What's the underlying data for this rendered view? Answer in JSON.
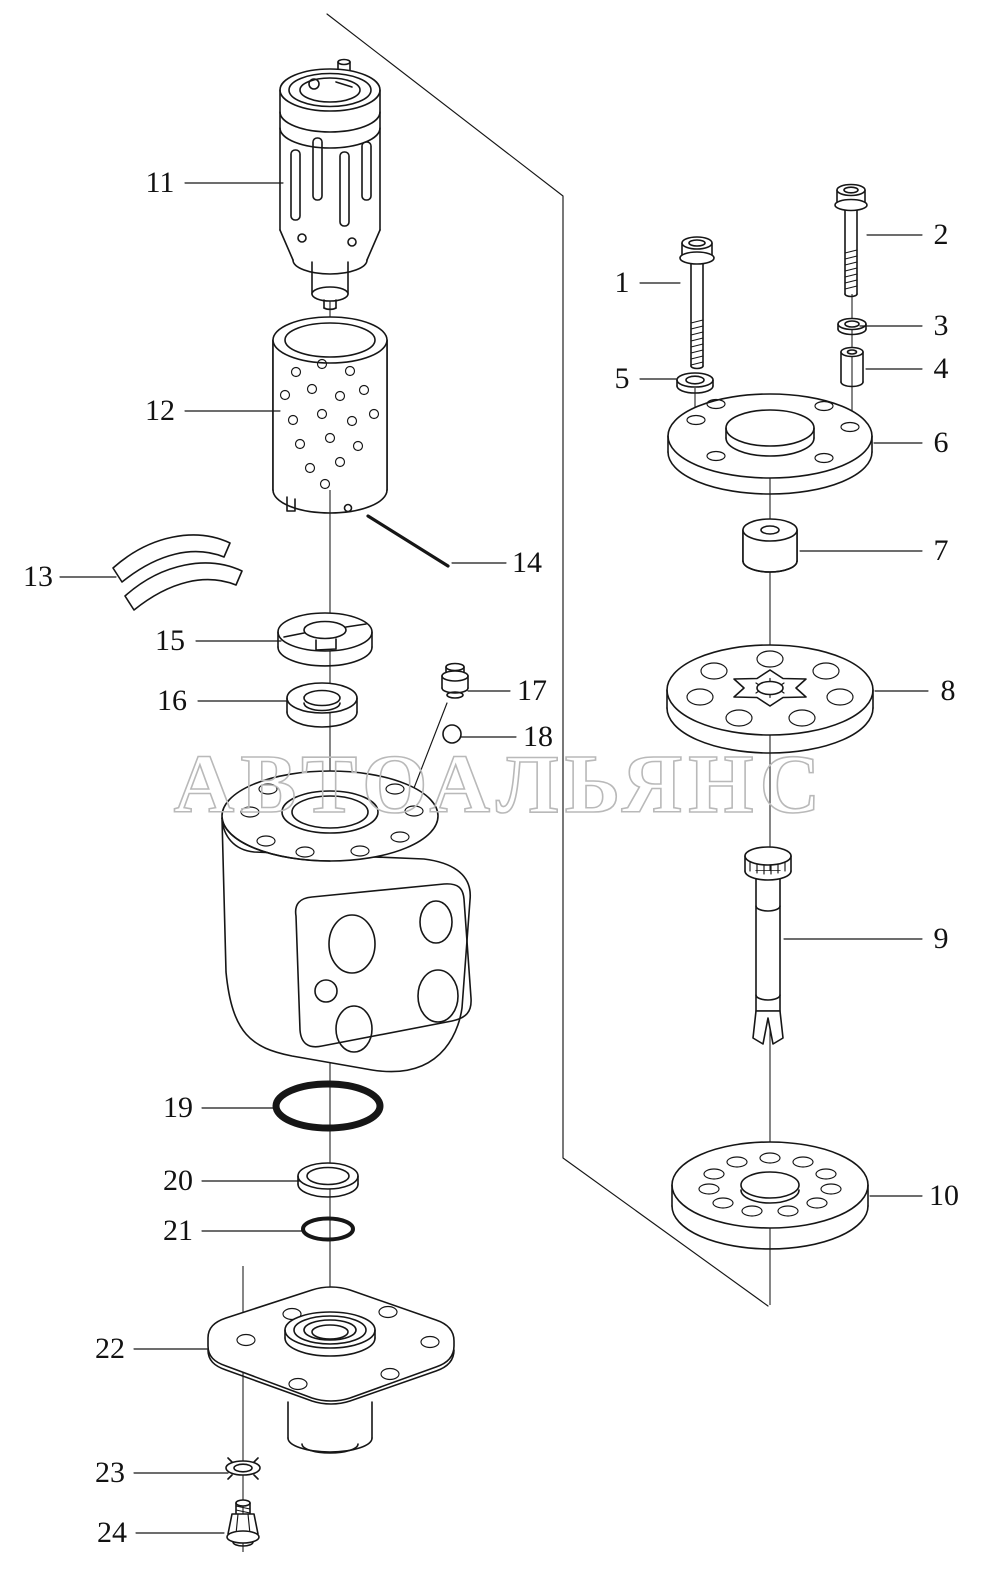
{
  "watermark": "АВТОАЛЬЯНС",
  "part_labels": [
    "1",
    "2",
    "3",
    "4",
    "5",
    "6",
    "7",
    "8",
    "9",
    "10",
    "11",
    "12",
    "13",
    "14",
    "15",
    "16",
    "17",
    "18",
    "19",
    "20",
    "21",
    "22",
    "23",
    "24"
  ]
}
